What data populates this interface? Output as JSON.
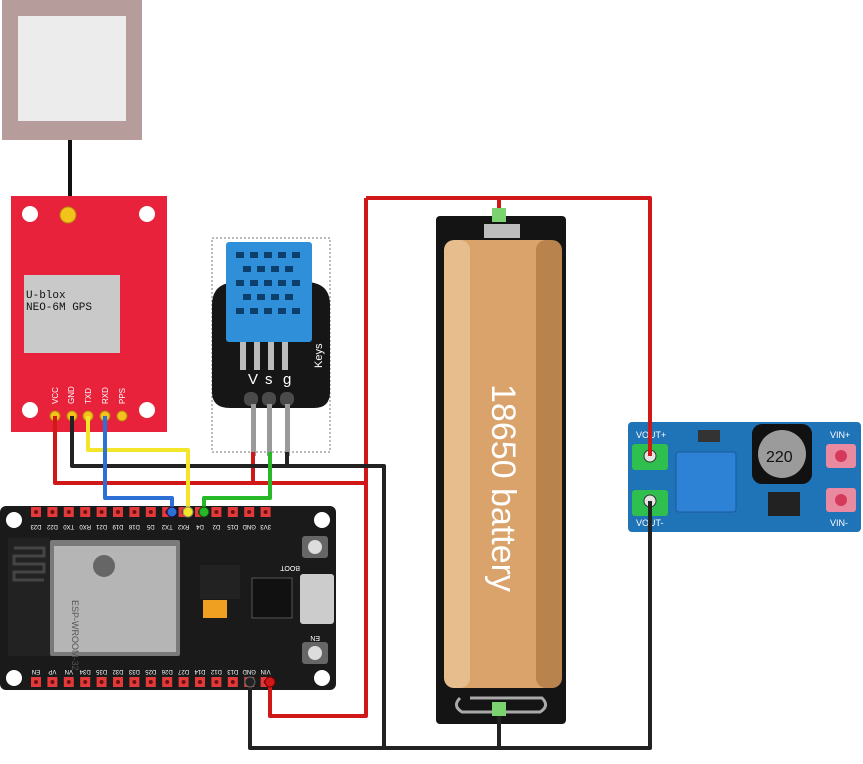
{
  "gps_module": {
    "label_line1": "U-blox",
    "label_line2": "NEO-6M GPS",
    "pins": [
      "VCC",
      "GND",
      "TXD",
      "RXD",
      "PPS"
    ],
    "board_color": "#e8223a"
  },
  "dht_sensor": {
    "side_label": "Keys",
    "pin_v": "V",
    "pin_s": "s",
    "pin_g": "g",
    "sensor_color": "#2f8fd8"
  },
  "battery": {
    "label": "18650 battery",
    "wrap_color": "#d9a36b"
  },
  "boost_converter": {
    "vout_plus": "VOUT+",
    "vout_minus": "VOUT-",
    "vin_plus": "VIN+",
    "vin_minus": "VIN-",
    "inductor_label": "220",
    "board_color": "#1f73b7"
  },
  "esp32": {
    "top_pins": [
      "D23",
      "D22",
      "TX0",
      "RX0",
      "D21",
      "D19",
      "D18",
      "D5",
      "TX2",
      "RX2",
      "D4",
      "D2",
      "D15",
      "GND",
      "3V3"
    ],
    "bottom_pins": [
      "EN",
      "VP",
      "VN",
      "D34",
      "D35",
      "D32",
      "D33",
      "D25",
      "D26",
      "D27",
      "D14",
      "D12",
      "D13",
      "GND",
      "VIN"
    ],
    "module_name": "ESP-WROOM-32",
    "boot_label": "BOOT",
    "en_label": "EN"
  },
  "wire_colors": {
    "red": "#d01818",
    "black": "#222222",
    "yellow": "#f2e52a",
    "blue": "#2e6fd6",
    "green": "#27b827"
  }
}
